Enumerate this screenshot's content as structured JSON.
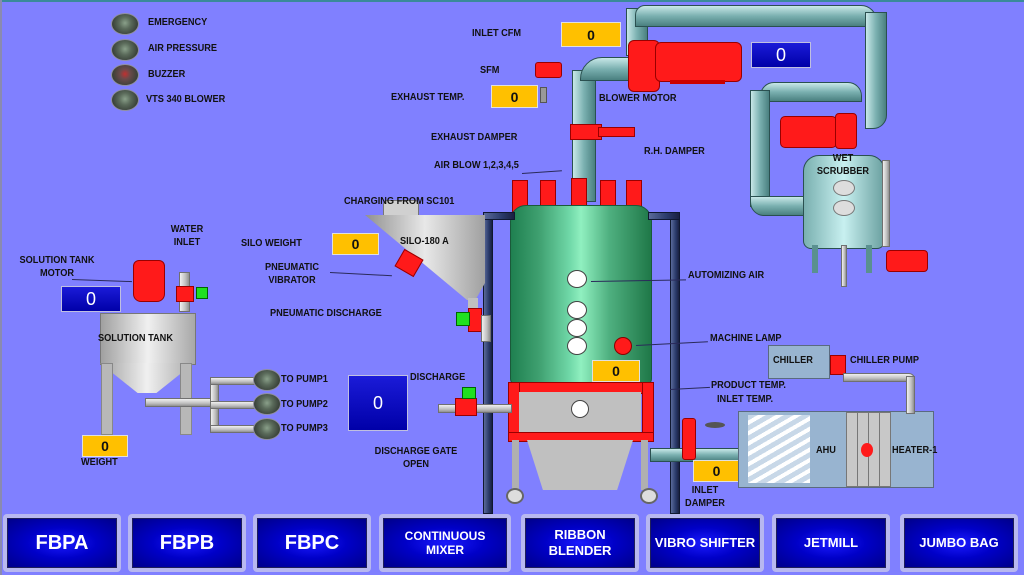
{
  "legend": {
    "items": [
      {
        "label": "EMERGENCY",
        "state": "off"
      },
      {
        "label": "AIR PRESSURE",
        "state": "off"
      },
      {
        "label": "BUZZER",
        "state": "alarm"
      },
      {
        "label": "VTS 340 BLOWER",
        "state": "off"
      }
    ]
  },
  "exhaust": {
    "inlet_cfm_label": "INLET CFM",
    "inlet_cfm_value": "0",
    "sfm_label": "SFM",
    "exhaust_temp_label": "EXHAUST TEMP.",
    "exhaust_temp_value": "0",
    "exhaust_damper_label": "EXHAUST DAMPER",
    "blower_motor_label": "BLOWER MOTOR",
    "blower_value": "0",
    "rh_damper_label": "R.H. DAMPER",
    "air_blow_label": "AIR BLOW 1,2,3,4,5"
  },
  "scrubber": {
    "label_line1": "WET",
    "label_line2": "SCRUBBER"
  },
  "silo": {
    "charging_label": "CHARGING FROM SC101",
    "silo_weight_label": "SILO WEIGHT",
    "silo_weight_value": "0",
    "silo_name": "SILO-180 A",
    "vibrator_label_line1": "PNEUMATIC",
    "vibrator_label_line2": "VIBRATOR",
    "pneumatic_discharge_label": "PNEUMATIC DISCHARGE"
  },
  "solution_tank": {
    "motor_label_line1": "SOLUTION TANK",
    "motor_label_line2": "MOTOR",
    "motor_value": "0",
    "water_inlet_line1": "WATER",
    "water_inlet_line2": "INLET",
    "tank_label": "SOLUTION TANK",
    "weight_value": "0",
    "weight_label": "WEIGHT",
    "pumps": [
      "TO PUMP1",
      "TO PUMP2",
      "TO PUMP3"
    ]
  },
  "discharge": {
    "value": "0",
    "label": "DISCHARGE",
    "gate_label_line1": "DISCHARGE GATE",
    "gate_label_line2": "OPEN"
  },
  "fbd": {
    "automizing_air_label": "AUTOMIZING AIR",
    "machine_lamp_label": "MACHINE LAMP",
    "product_temp_label": "PRODUCT TEMP.",
    "product_temp_value": "0",
    "inlet_temp_label": "INLET TEMP.",
    "inlet_temp_value": "0",
    "inlet_damper_line1": "INLET",
    "inlet_damper_line2": "DAMPER"
  },
  "ahu": {
    "chiller_label": "CHILLER",
    "chiller_pump_label": "CHILLER PUMP",
    "ahu_label": "AHU",
    "heater_label": "HEATER-1"
  },
  "nav": {
    "buttons": [
      {
        "label": "FBPA"
      },
      {
        "label": "FBPB"
      },
      {
        "label": "FBPC"
      },
      {
        "label_line1": "CONTINUOUS",
        "label_line2": "MIXER"
      },
      {
        "label_line1": "RIBBON",
        "label_line2": "BLENDER"
      },
      {
        "label": "VIBRO SHIFTER"
      },
      {
        "label": "JETMILL"
      },
      {
        "label": "JUMBO BAG"
      }
    ]
  },
  "colors": {
    "background": "#8080ff",
    "value_box": "#ffc000",
    "display_box": "#0000c8",
    "equipment_red": "#ff1a1a",
    "vessel_green": "#3fa070"
  }
}
